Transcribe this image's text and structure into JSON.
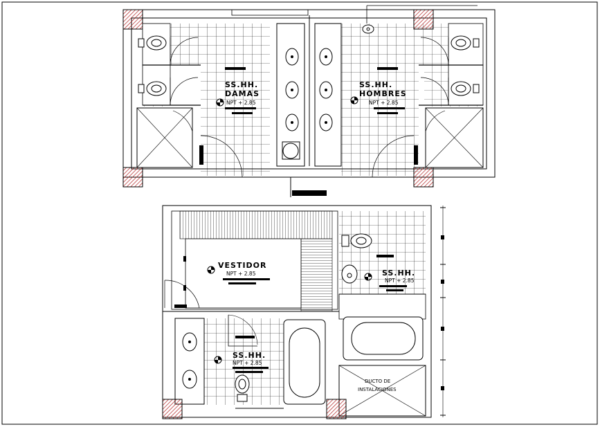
{
  "labels": {
    "damas_1": "SS.HH.",
    "damas_2": "DAMAS",
    "hombres_1": "SS.HH.",
    "hombres_2": "HOMBRES",
    "vestidor": "VESTIDOR",
    "sshh_right": "SS.HH.",
    "sshh_bottom": "SS.HH.",
    "ducto_1": "DUCTO DE",
    "ducto_2": "INSTALACIONES"
  },
  "levels": {
    "damas": "NPT + 2.85",
    "hombres": "NPT + 2.85",
    "vestidor": "NPT + 2.85",
    "sshh_right": "NPT + 2.85",
    "sshh_bottom": "NPT + 2.85"
  },
  "colors": {
    "line": "#000000",
    "column_hatch": "#b02020",
    "background": "#ffffff"
  }
}
